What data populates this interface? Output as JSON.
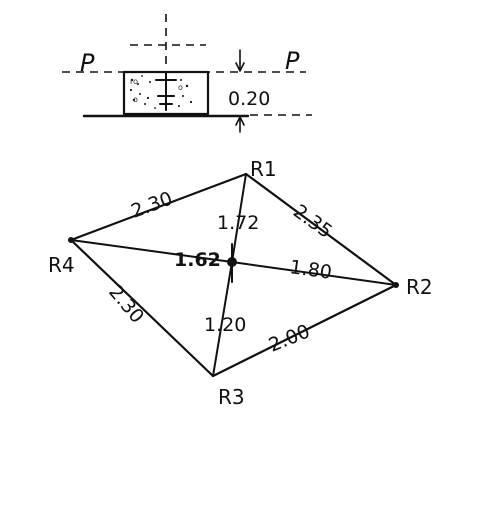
{
  "section": {
    "plane_label_left": "P",
    "plane_label_right": "P",
    "thickness": "0.20"
  },
  "plan": {
    "points": {
      "r1": "R1",
      "r2": "R2",
      "r3": "R3",
      "r4": "R4"
    },
    "edges": {
      "r4_r1": "2.30",
      "r1_r2": "2.35",
      "r2_r3": "2.00",
      "r3_r4": "2.30"
    },
    "radials": {
      "to_r1": "1.72",
      "to_r2": "1.80",
      "to_r3": "1.20",
      "to_r4": "1.62"
    }
  }
}
